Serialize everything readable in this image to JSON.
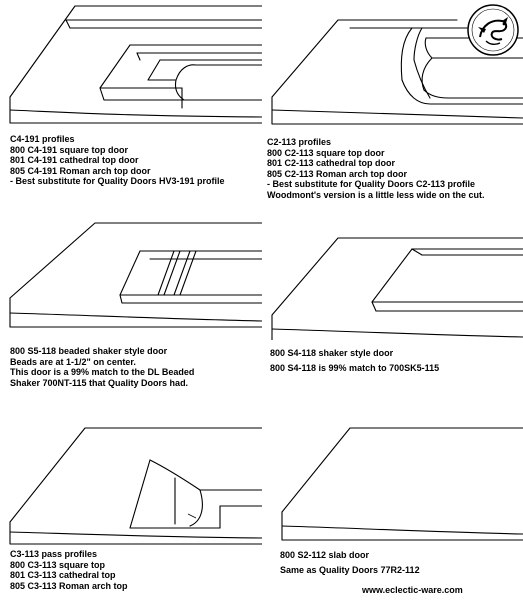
{
  "logo": {
    "icon": "dragon-seal-icon"
  },
  "panels": [
    {
      "id": "c4-191",
      "lines": [
        "C4-191 profiles",
        "800 C4-191 square top door",
        "801 C4-191 cathedral top door",
        "805 C4-191 Roman arch top door",
        "- Best substitute for Quality Doors HV3-191 profile"
      ]
    },
    {
      "id": "c2-113",
      "lines": [
        "C2-113 profiles",
        "800 C2-113 square top door",
        "801 C2-113 cathedral top door",
        "805 C2-113 Roman arch top door",
        "- Best substitute for Quality Doors C2-113 profile",
        "Woodmont's version is a little less wide on the cut."
      ]
    },
    {
      "id": "s5-118",
      "lines": [
        "800 S5-118 beaded shaker style door",
        "Beads are at 1-1/2\" on center.",
        "This door is a 99% match to the DL Beaded",
        "Shaker 700NT-115 that Quality Doors had."
      ]
    },
    {
      "id": "s4-118",
      "lines": [
        "800 S4-118 shaker style door",
        "800 S4-118 is 99% match to 700SK5-115"
      ]
    },
    {
      "id": "c3-113",
      "lines": [
        "C3-113 pass profiles",
        "800 C3-113 square top",
        "801 C3-113 cathedral top",
        "805 C3-113 Roman arch top"
      ]
    },
    {
      "id": "s2-112",
      "lines": [
        "800 S2-112 slab door",
        "",
        "Same as Quality Doors 77R2-112"
      ]
    }
  ],
  "footer": {
    "url": "www.eclectic-ware.com"
  }
}
